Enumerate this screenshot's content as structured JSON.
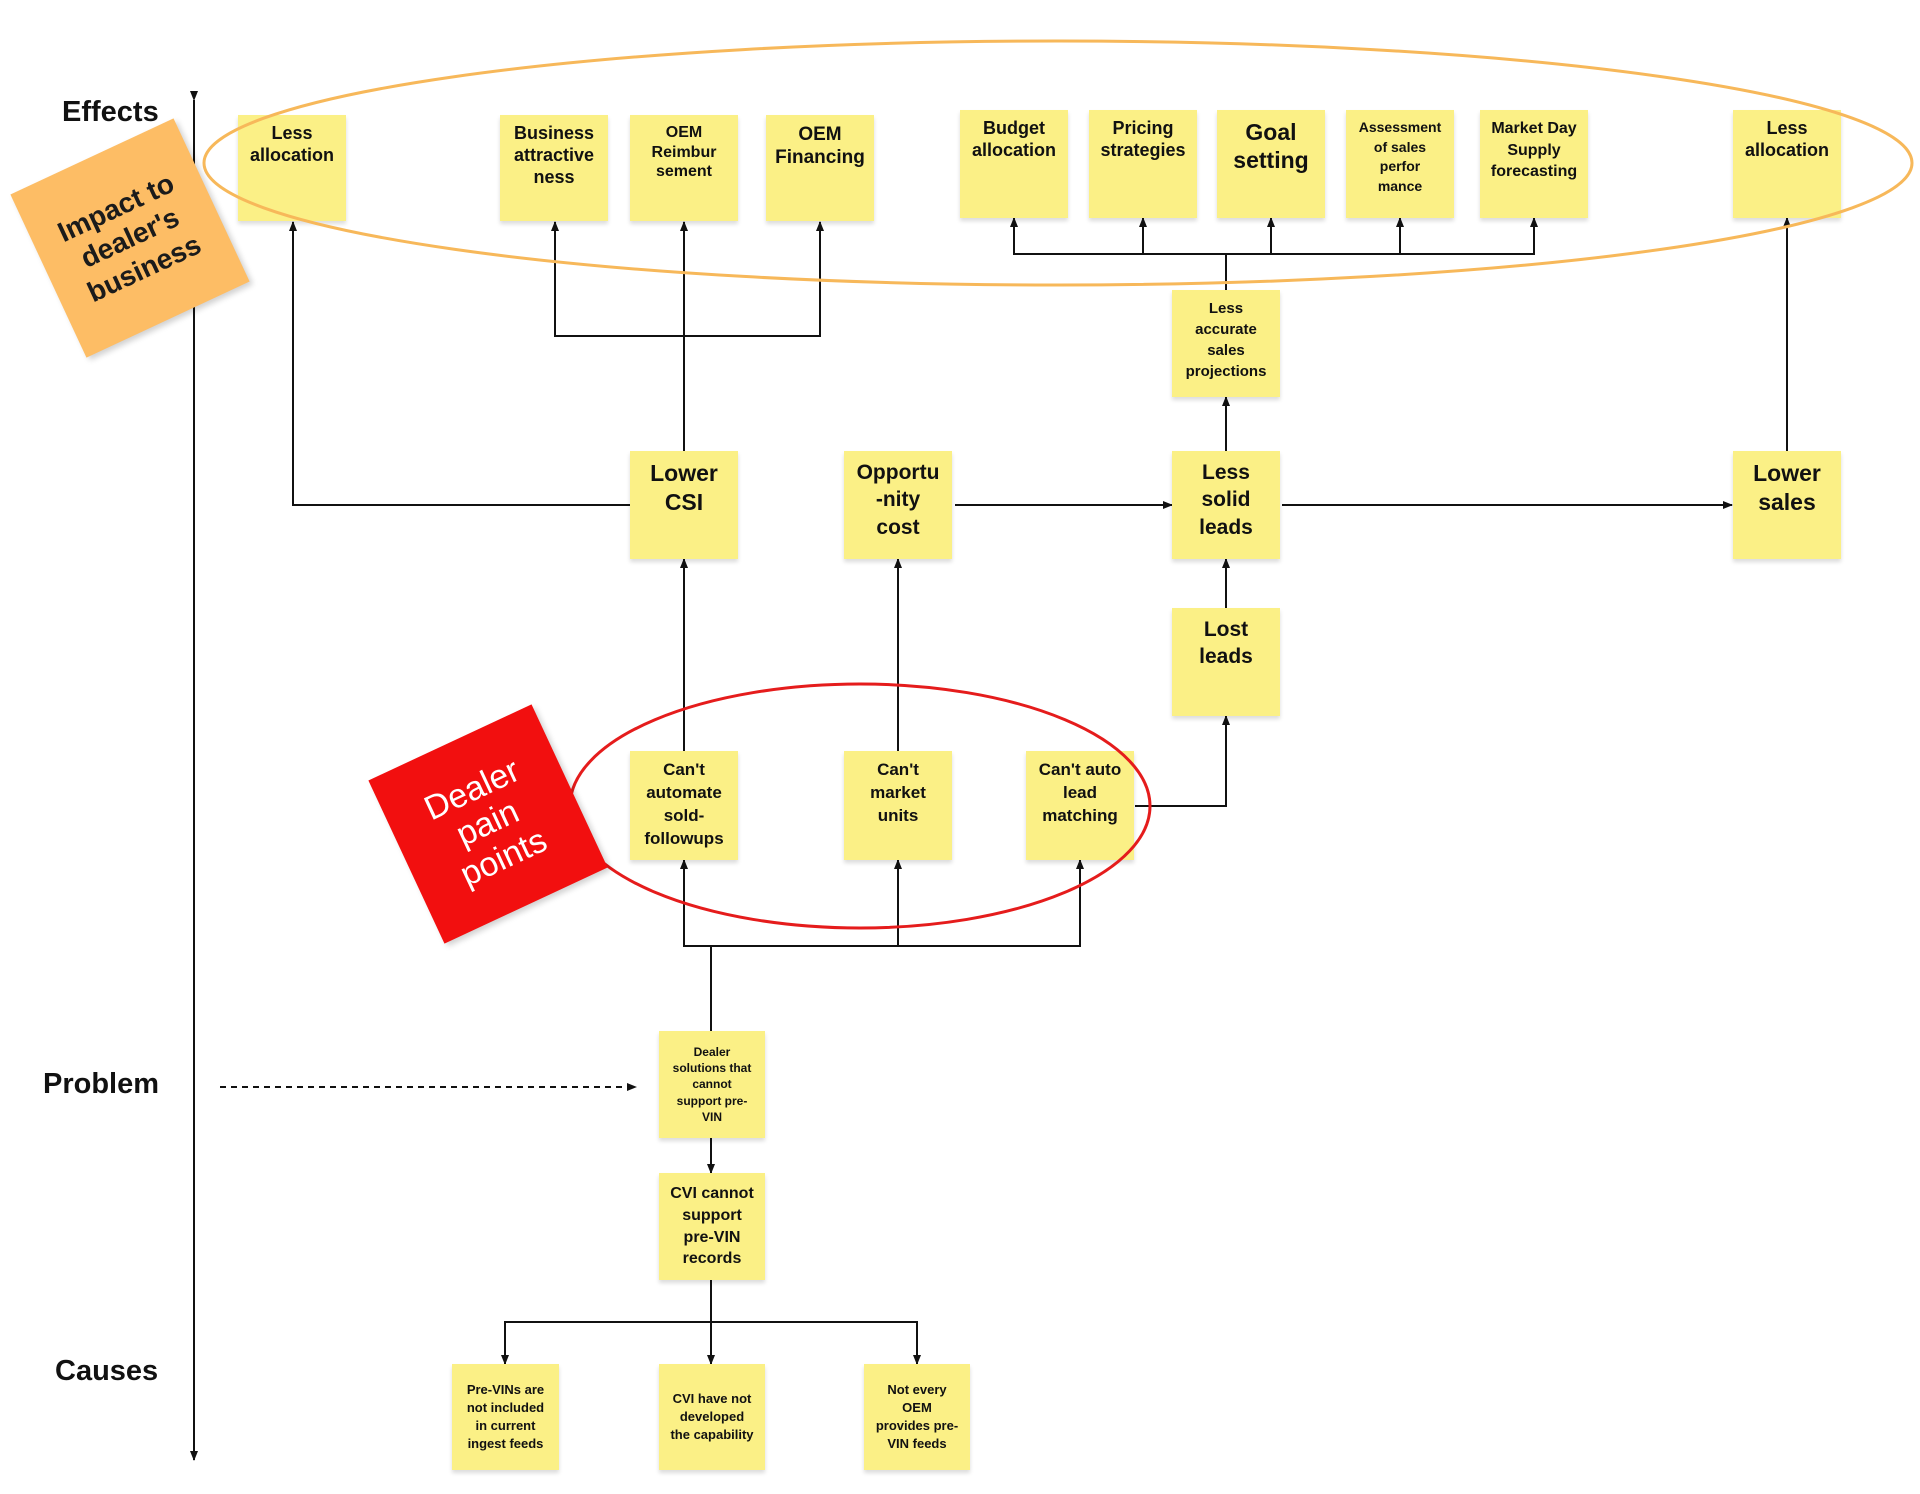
{
  "axis": {
    "effects_label": "Effects",
    "problem_label": "Problem",
    "causes_label": "Causes"
  },
  "tags": {
    "impact": "Impact to\ndealer's\nbusiness",
    "pain": "Dealer\npain\npoints"
  },
  "notes": {
    "eff_less_allocation_left": "Less\nallocation",
    "eff_business_attractiveness": "Business\nattractive\nness",
    "eff_oem_reimbursement": "OEM\nReimbur\nsement",
    "eff_oem_financing": "OEM\nFinancing",
    "eff_budget_allocation": "Budget\nallocation",
    "eff_pricing_strategies": "Pricing\nstrategies",
    "eff_goal_setting": "Goal\nsetting",
    "eff_assessment": "Assessment\nof sales\nperfor\nmance",
    "eff_market_day_supply": "Market Day\nSupply\nforecasting",
    "eff_less_allocation_right": "Less\nallocation",
    "less_accurate_projections": "Less\naccurate\nsales\nprojections",
    "lower_csi": "Lower\nCSI",
    "opportunity_cost": "Opportu\n-nity\ncost",
    "less_solid_leads": "Less\nsolid\nleads",
    "lower_sales": "Lower\nsales",
    "lost_leads": "Lost\nleads",
    "cant_automate": "Can't\nautomate\nsold-\nfollowups",
    "cant_market": "Can't\nmarket\nunits",
    "cant_auto_lead": "Can't auto\nlead\nmatching",
    "problem_dealer_solutions": "Dealer\nsolutions that\ncannot\nsupport pre-\nVIN",
    "cvi_cannot_support": "CVI cannot\nsupport\npre-VIN\nrecords",
    "cause_previns_not_included": "Pre-VINs are\nnot included\nin current\ningest feeds",
    "cause_cvi_not_developed": "CVI have not\ndeveloped\nthe capability",
    "cause_not_every_oem": "Not every\nOEM\nprovides pre-\nVIN feeds"
  },
  "colors": {
    "sticky": "#fbf086",
    "impact_tag": "#fdbd65",
    "pain_tag": "#f20f0f",
    "effects_ring": "#f7b85a",
    "pain_ring": "#e51c1c",
    "connector": "#111111"
  }
}
